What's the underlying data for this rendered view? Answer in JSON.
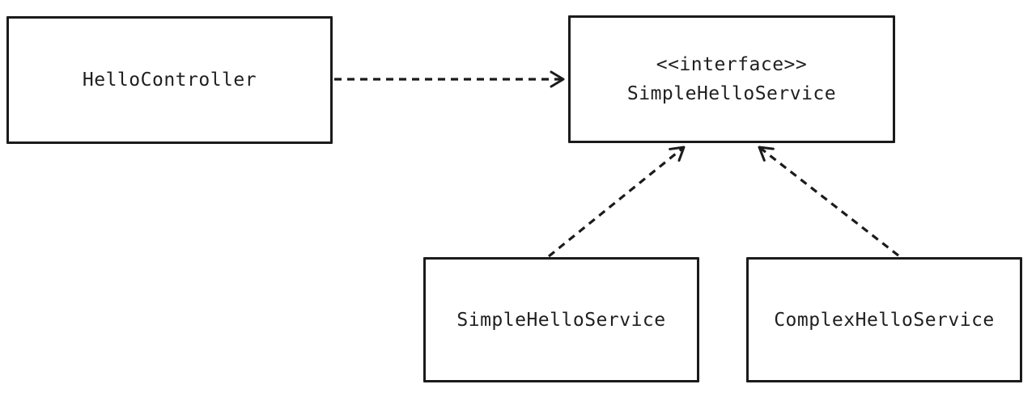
{
  "diagram": {
    "kind": "uml-dependency-diagram",
    "colors": {
      "stroke": "#1b1b1b",
      "background": "#ffffff"
    },
    "nodes": [
      {
        "id": "hello-controller",
        "label": "HelloController"
      },
      {
        "id": "interface-simple-hello-service",
        "stereotype": "<<interface>>",
        "label": "SimpleHelloService"
      },
      {
        "id": "simple-hello-service",
        "label": "SimpleHelloService"
      },
      {
        "id": "complex-hello-service",
        "label": "ComplexHelloService"
      }
    ],
    "edges": [
      {
        "from": "hello-controller",
        "to": "interface-simple-hello-service",
        "style": "dashed-open-arrow"
      },
      {
        "from": "simple-hello-service",
        "to": "interface-simple-hello-service",
        "style": "dashed-open-arrow"
      },
      {
        "from": "complex-hello-service",
        "to": "interface-simple-hello-service",
        "style": "dashed-open-arrow"
      }
    ]
  }
}
